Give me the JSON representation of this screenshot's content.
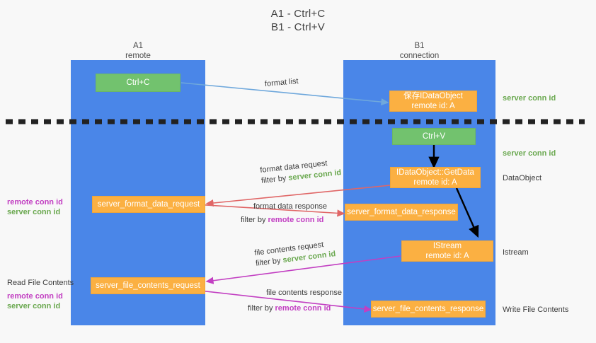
{
  "title": {
    "line1": "A1 - Ctrl+C",
    "line2": "B1 - Ctrl+V"
  },
  "colors": {
    "lane": "#4a86e8",
    "node_green": "#72c26e",
    "node_orange": "#fbb042",
    "server_conn": "#6aa84f",
    "remote_conn": "#c23fc2",
    "arrow_blue": "#6fa8dc",
    "arrow_red": "#e06666",
    "arrow_magenta": "#c23fc2",
    "arrow_black": "#000000",
    "divider": "#222222",
    "background": "#f8f8f8"
  },
  "lanes": [
    {
      "name": "A1",
      "sub": "remote"
    },
    {
      "name": "B1",
      "sub": "connection"
    }
  ],
  "nodes": {
    "ctrl_c": {
      "line1": "Ctrl+C",
      "line2": ""
    },
    "store_dataobject": {
      "line1": "保存IDataObject",
      "line2": "remote id: A"
    },
    "ctrl_v": {
      "line1": "Ctrl+V",
      "line2": ""
    },
    "getdata": {
      "line1": "IDataObject::GetData",
      "line2": "remote id: A"
    },
    "format_data_request": {
      "line1": "server_format_data_request",
      "line2": ""
    },
    "format_data_response": {
      "line1": "server_format_data_response",
      "line2": ""
    },
    "istream": {
      "line1": "IStream",
      "line2": "remote id: A"
    },
    "file_contents_request": {
      "line1": "server_file_contents_request",
      "line2": ""
    },
    "file_contents_response": {
      "line1": "server_file_contents_response",
      "line2": ""
    }
  },
  "edge_labels": {
    "format_list": "format list",
    "format_data_request": {
      "line1": "format data request",
      "filter_prefix": "filter by ",
      "filter_key": "server conn id"
    },
    "format_data_response": {
      "line1": "format data response",
      "filter_prefix": "filter by ",
      "filter_key": "remote conn id"
    },
    "file_contents_request": {
      "line1": "file contents request",
      "filter_prefix": "filter by ",
      "filter_key": "server conn id"
    },
    "file_contents_response": {
      "line1": "file contents response",
      "filter_prefix": "filter by ",
      "filter_key": "remote conn id"
    }
  },
  "side_notes": {
    "right_server_conn_top": "server conn id",
    "right_server_conn_mid": "server conn id",
    "right_dataobject": "DataObject",
    "right_istream": "Istream",
    "right_write_file_contents": "Write File Contents",
    "left_format": {
      "remote": "remote conn id",
      "server": "server conn id"
    },
    "left_read_file_contents": "Read File Contents",
    "left_file": {
      "remote": "remote conn id",
      "server": "server conn id"
    }
  }
}
